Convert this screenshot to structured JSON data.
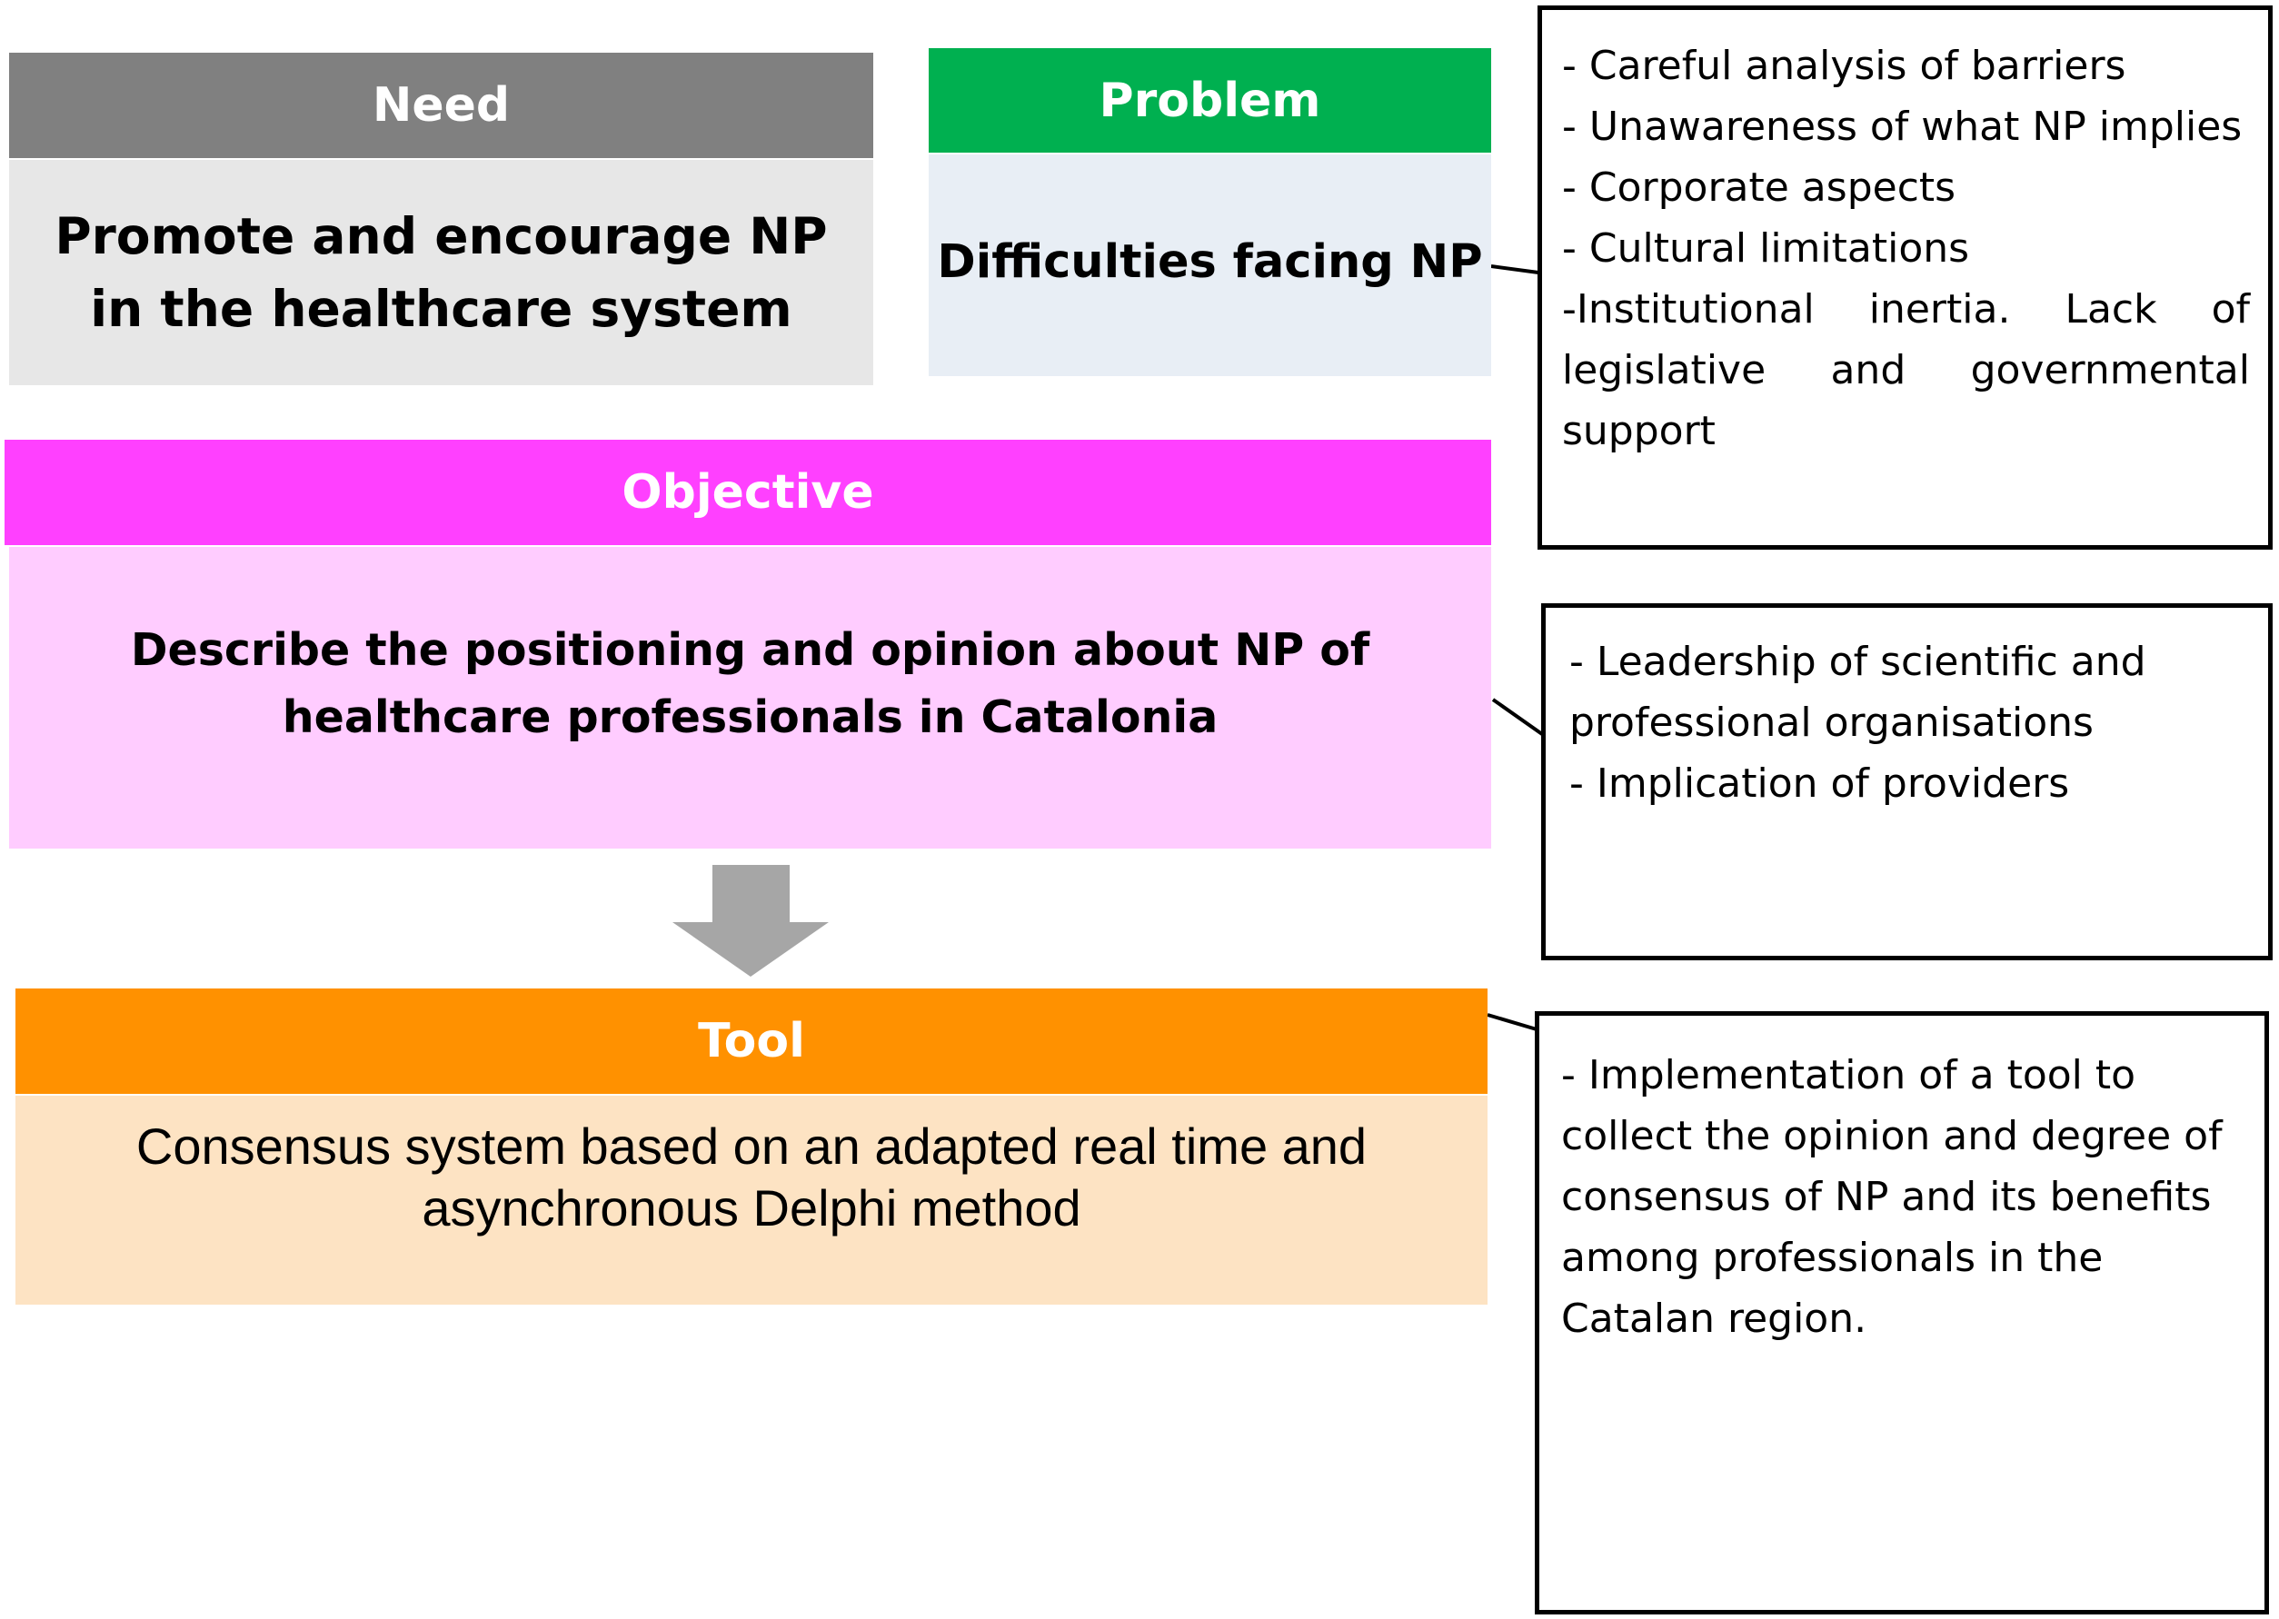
{
  "need": {
    "header": "Need",
    "text": "Promote and encourage NP in the healthcare system",
    "header_color": "#808080",
    "body_color": "#e7e7e7"
  },
  "problem": {
    "header": "Problem",
    "text": "Difficulties facing NP",
    "header_color": "#00b050",
    "body_color": "#e8eef5"
  },
  "objective": {
    "header": "Objective",
    "text": "Describe the positioning and opinion about NP of healthcare professionals in Catalonia",
    "header_color": "#ff40ff",
    "body_color": "#ffccff"
  },
  "tool": {
    "header": "Tool",
    "text": "Consensus system based on an adapted real time and asynchronous Delphi method",
    "header_color": "#ff9100",
    "body_color": "#fde3c3"
  },
  "barriers_note": {
    "lines": [
      "- Careful analysis of barriers",
      "- Unawareness of what NP implies",
      "- Corporate aspects",
      "- Cultural limitations",
      "-Institutional inertia. Lack of legislative and governmental support"
    ]
  },
  "leadership_note": {
    "lines": [
      "- Leadership of scientific and",
      "professional organisations",
      "- Implication of providers"
    ]
  },
  "implementation_note": {
    "lines": [
      "- Implementation of a tool to",
      "collect the opinion and degree of",
      "consensus of NP and its benefits",
      "among professionals in the",
      "Catalan region."
    ]
  },
  "arrow_color": "#a6a6a6"
}
